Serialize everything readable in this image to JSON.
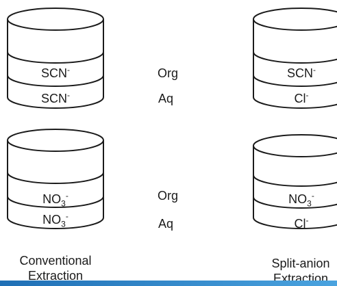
{
  "diagram": {
    "jars": [
      {
        "id": "conv-scn",
        "top": "SCN",
        "top_sup": "-",
        "bottom": "SCN",
        "bottom_sup": "-"
      },
      {
        "id": "split-scn",
        "top": "SCN",
        "top_sup": "-",
        "bottom": "Cl",
        "bottom_sup": "-"
      },
      {
        "id": "conv-no3",
        "top": "NO",
        "top_sub": "3",
        "top_sup": "-",
        "bottom": "NO",
        "bottom_sub": "3",
        "bottom_sup": "-"
      },
      {
        "id": "split-no3",
        "top": "NO",
        "top_sub": "3",
        "top_sup": "-",
        "bottom": "Cl",
        "bottom_sup": "-"
      }
    ],
    "phase_labels": {
      "org": "Org",
      "aq": "Aq"
    },
    "captions": {
      "conventional_line1": "Conventional",
      "conventional_line2": "Extraction",
      "split_line1": "Split-anion",
      "split_line2": "Extraction"
    }
  },
  "colors": {
    "stroke": "#1a1a1a",
    "bottom_bar_start": "#1f6fb5",
    "bottom_bar_end": "#4aa3df"
  }
}
